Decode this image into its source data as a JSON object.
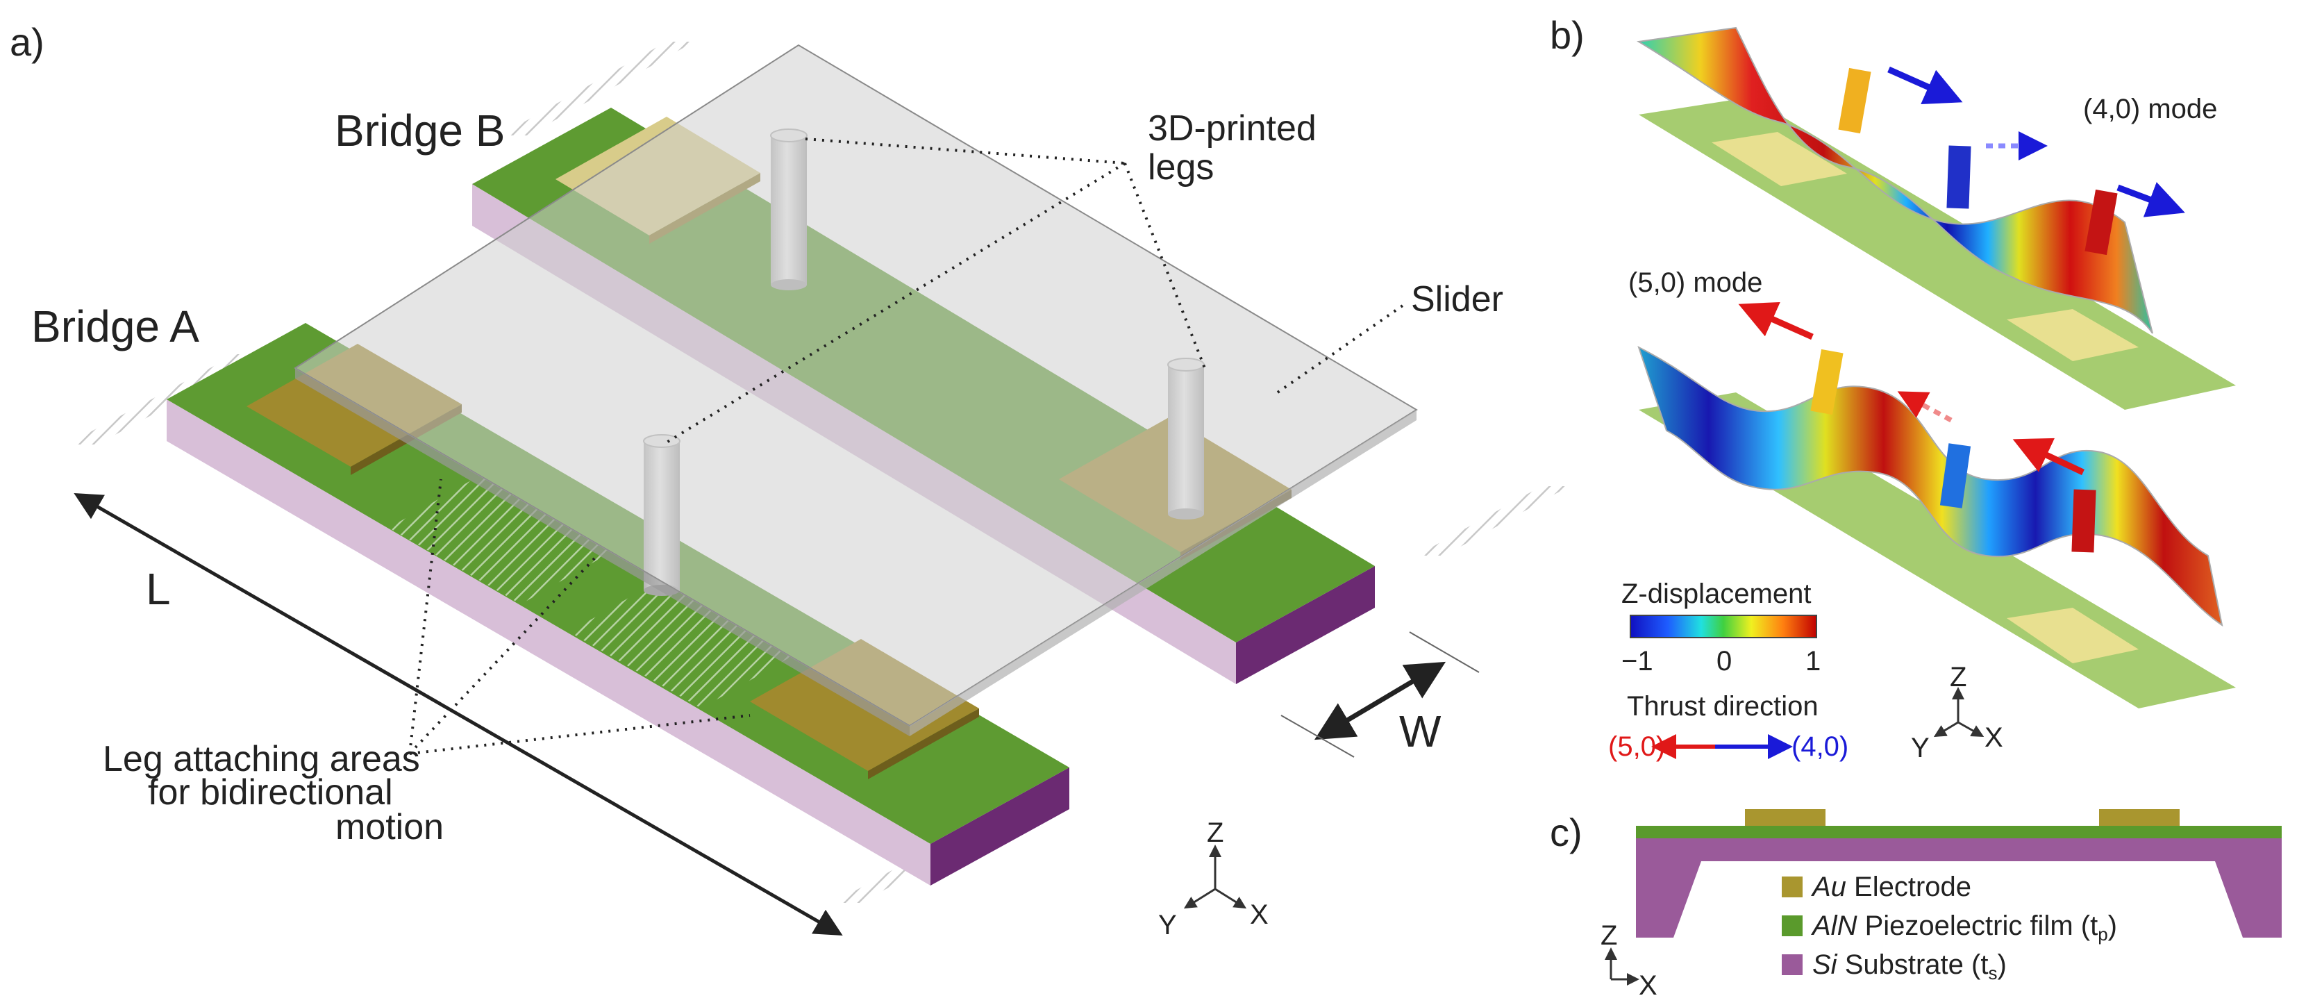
{
  "panels": {
    "a": "a)",
    "b": "b)",
    "c": "c)"
  },
  "panel_a": {
    "bridge_b": "Bridge B",
    "bridge_a": "Bridge A",
    "legs_line1": "3D-printed",
    "legs_line2": "legs",
    "slider": "Slider",
    "dim_l": "L",
    "dim_w": "W",
    "attach_line1": "Leg attaching areas",
    "attach_line2": "for bidirectional",
    "attach_line3": "motion",
    "axes": {
      "z": "Z",
      "y": "Y",
      "x": "X"
    }
  },
  "panel_b": {
    "mode_40": "(4,0) mode",
    "mode_50": "(5,0) mode",
    "colorbar_title": "Z-displacement",
    "colorbar_ticks": [
      "−1",
      "0",
      "1"
    ],
    "thrust_title": "Thrust direction",
    "thrust_left": "(5,0)",
    "thrust_right": "(4,0)",
    "axes": {
      "z": "Z",
      "y": "Y",
      "x": "X"
    }
  },
  "panel_c": {
    "legend": [
      {
        "italic": "Au",
        "text": " Electrode",
        "sub": "",
        "tail": "",
        "color": "#a9962f"
      },
      {
        "italic": "AlN",
        "text": " Piezoelectric film (t",
        "sub": "p",
        "tail": ")",
        "color": "#5a9a2c"
      },
      {
        "italic": "Si",
        "text": " Substrate (t",
        "sub": "s",
        "tail": ")",
        "color": "#9a5a9a"
      }
    ],
    "axes": {
      "z": "Z",
      "x": "X"
    }
  },
  "colors": {
    "green_top": "#5e9b32",
    "green_side": "#3f7a22",
    "pink_side": "#d8bfd8",
    "purple_end": "#6b2a72",
    "gold": "#a08a2e",
    "gold_light": "#d8cc8a",
    "slider_fill": "#d9d9d9",
    "red_arrow": "#e01818",
    "blue_arrow": "#1a1ad8"
  }
}
